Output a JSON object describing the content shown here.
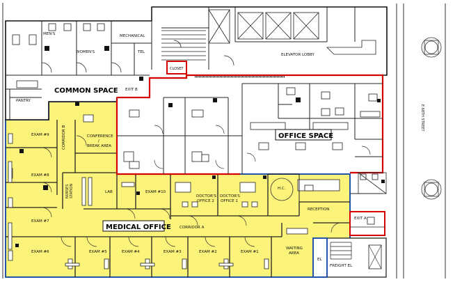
{
  "zones": {
    "common": {
      "label": "COMMON SPACE",
      "color": "#d40000"
    },
    "office": {
      "label": "OFFICE SPACE",
      "color": "#d40000"
    },
    "medical": {
      "label": "MEDICAL OFFICE",
      "color": "#2255aa",
      "fill": "#fbf37a"
    }
  },
  "rooms": {
    "mens": "MEN'S",
    "womens": "WOMEN'S",
    "mechanical": "MECHANICAL",
    "tel": "TEL",
    "elevator_lobby": "ELEVATOR LOBBY",
    "closet": "CLOSET",
    "exit_b": "EXIT B",
    "pantry": "PANTRY",
    "street": "E 68TH STREET",
    "exam9": "EXAM #9",
    "exam8": "EXAM #8",
    "exam7": "EXAM #7",
    "exam6": "EXAM #6",
    "exam5": "EXAM #5",
    "exam4": "EXAM #4",
    "exam3": "EXAM #3",
    "exam2": "EXAM #2",
    "exam1": "EXAM #1",
    "exam10": "EXAM #10",
    "corridor_b": "CORRIDOR B",
    "corridor_a": "CORRIDOR A",
    "conference1": "CONFERENCE",
    "conference2": "/",
    "conference3": "BREAK AREA",
    "nurses1": "NURSES",
    "nurses2": "STATION",
    "lab": "LAB",
    "doctors2a": "DOCTOR'S",
    "doctors2b": "OFFICE 2",
    "doctors1a": "DOCTOR'S",
    "doctors1b": "OFFICE 1",
    "hc": "H.C.",
    "reception": "RECEPTION",
    "waiting1": "WAITING",
    "waiting2": "AREA",
    "exit_a": "EXIT A",
    "el": "EL",
    "freight_el": "FREIGHT EL"
  }
}
